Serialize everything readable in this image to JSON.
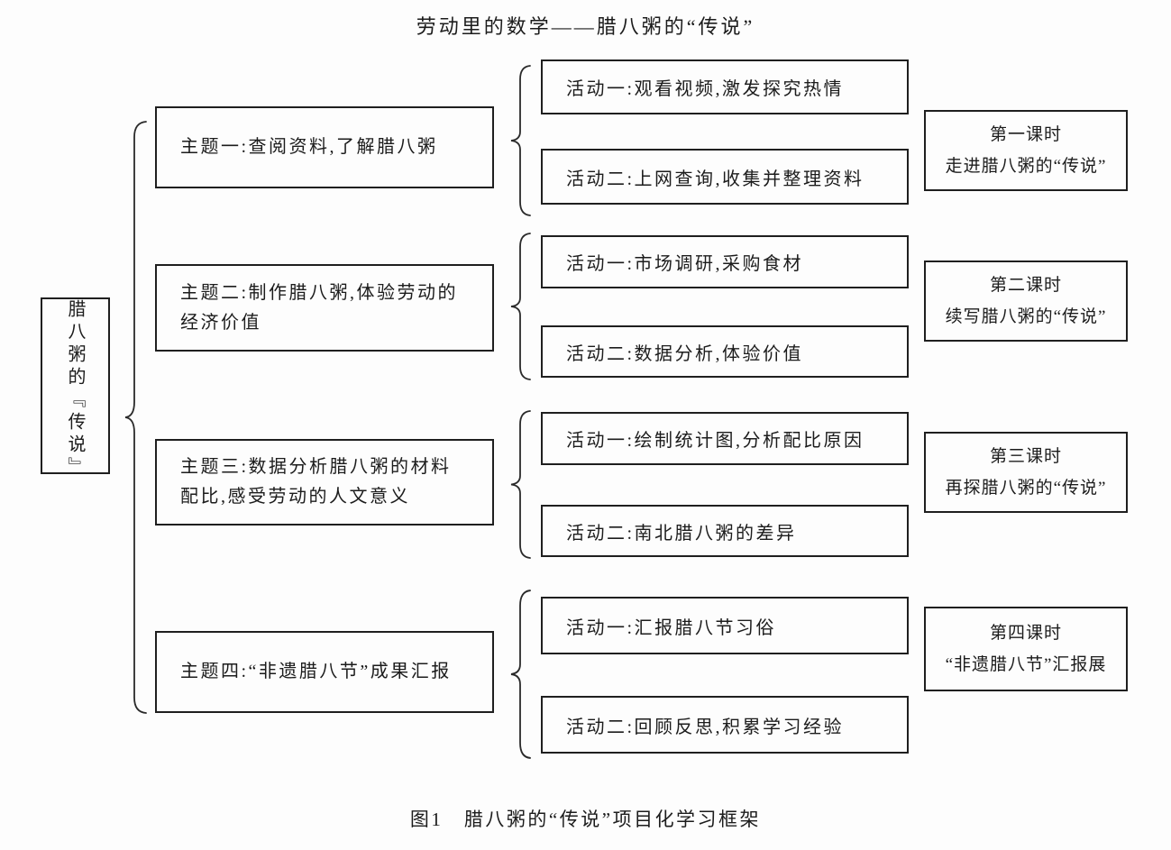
{
  "title": "劳动里的数学——腊八粥的“传说”",
  "root_label": "腊八粥的『传说』",
  "themes": [
    {
      "lines": [
        "主题一:查阅资料,了解腊八粥"
      ],
      "activities": [
        "活动一:观看视频,激发探究热情",
        "活动二:上网查询,收集并整理资料"
      ],
      "lesson": {
        "line1": "第一课时",
        "line2": "走进腊八粥的“传说”"
      }
    },
    {
      "lines": [
        "主题二:制作腊八粥,体验劳动的",
        "经济价值"
      ],
      "activities": [
        "活动一:市场调研,采购食材",
        "活动二:数据分析,体验价值"
      ],
      "lesson": {
        "line1": "第二课时",
        "line2": "续写腊八粥的“传说”"
      }
    },
    {
      "lines": [
        "主题三:数据分析腊八粥的材料",
        "配比,感受劳动的人文意义"
      ],
      "activities": [
        "活动一:绘制统计图,分析配比原因",
        "活动二:南北腊八粥的差异"
      ],
      "lesson": {
        "line1": "第三课时",
        "line2": "再探腊八粥的“传说”"
      }
    },
    {
      "lines": [
        "主题四:“非遗腊八节”成果汇报"
      ],
      "activities": [
        "活动一:汇报腊八节习俗",
        "活动二:回顾反思,积累学习经验"
      ],
      "lesson": {
        "line1": "第四课时",
        "line2": "“非遗腊八节”汇报展"
      }
    }
  ],
  "caption": "图1　腊八粥的“传说”项目化学习框架"
}
